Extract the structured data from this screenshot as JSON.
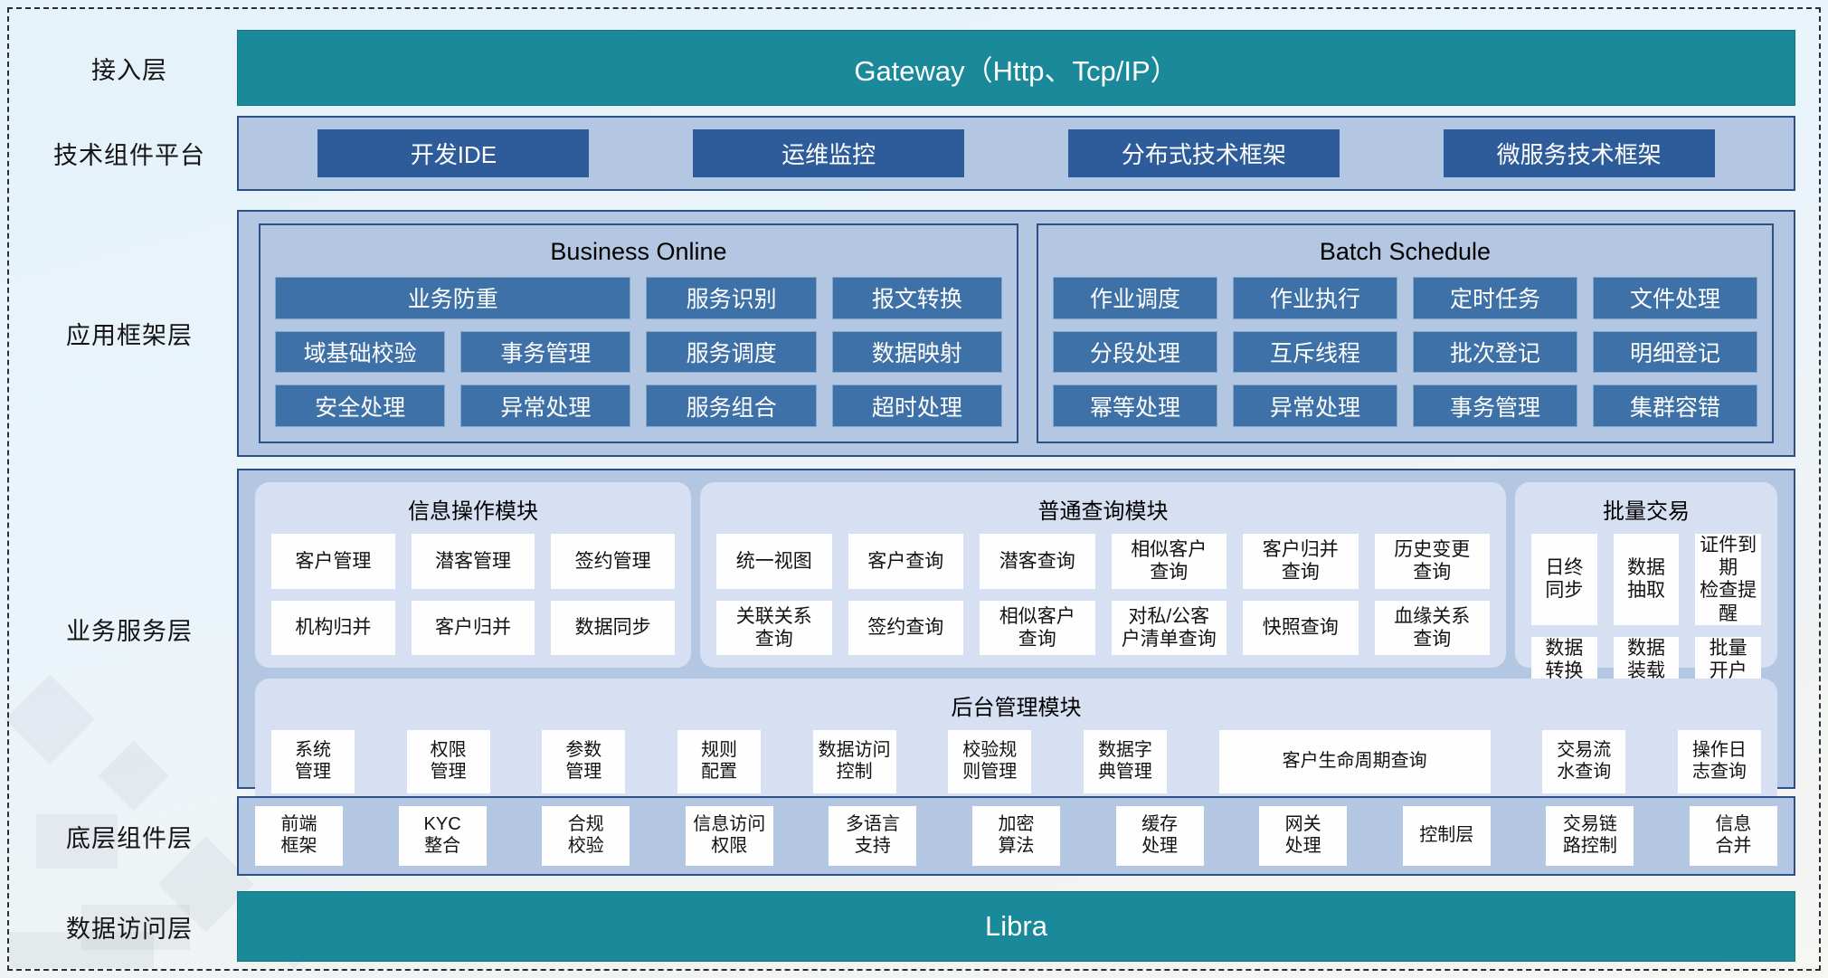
{
  "left_labels": [
    "接入层",
    "技术组件平台",
    "应用框架层",
    "业务服务层",
    "底层组件层",
    "数据访问层"
  ],
  "gateway": {
    "text": "Gateway（Http、Tcp/IP）"
  },
  "tech_platform": {
    "buttons": [
      "开发IDE",
      "运维监控",
      "分布式技术框架",
      "微服务技术框架"
    ]
  },
  "app_framework": {
    "panels": [
      {
        "title": "Business Online",
        "items": [
          {
            "t": "业务防重",
            "span": 2
          },
          {
            "t": "服务识别"
          },
          {
            "t": "报文转换"
          },
          {
            "t": "域基础校验"
          },
          {
            "t": "事务管理"
          },
          {
            "t": "服务调度"
          },
          {
            "t": "数据映射"
          },
          {
            "t": "安全处理"
          },
          {
            "t": "异常处理"
          },
          {
            "t": "服务组合"
          },
          {
            "t": "超时处理"
          }
        ]
      },
      {
        "title": "Batch Schedule",
        "items": [
          {
            "t": "作业调度"
          },
          {
            "t": "作业执行"
          },
          {
            "t": "定时任务"
          },
          {
            "t": "文件处理"
          },
          {
            "t": "分段处理"
          },
          {
            "t": "互斥线程"
          },
          {
            "t": "批次登记"
          },
          {
            "t": "明细登记"
          },
          {
            "t": "幂等处理"
          },
          {
            "t": "异常处理"
          },
          {
            "t": "事务管理"
          },
          {
            "t": "集群容错"
          }
        ]
      }
    ]
  },
  "business_service": {
    "modules": [
      {
        "title": "信息操作模块",
        "cols": 3,
        "items": [
          "客户管理",
          "潜客管理",
          "签约管理",
          "机构归并",
          "客户归并",
          "数据同步"
        ]
      },
      {
        "title": "普通查询模块",
        "cols": 6,
        "items": [
          "统一视图",
          "客户查询",
          "潜客查询",
          "相似客户\n查询",
          "客户归并\n查询",
          "历史变更\n查询",
          "关联关系\n查询",
          "签约查询",
          "相似客户\n查询",
          "对私/公客\n户清单查询",
          "快照查询",
          "血缘关系\n查询"
        ]
      },
      {
        "title": "批量交易",
        "cols": 3,
        "items": [
          "日终\n同步",
          "数据\n抽取",
          "证件到期\n检查提醒",
          "数据\n转换",
          "数据\n装载",
          "批量\n开户"
        ]
      }
    ],
    "admin": {
      "title": "后台管理模块",
      "items": [
        {
          "t": "系统\n管理"
        },
        {
          "t": "权限\n管理"
        },
        {
          "t": "参数\n管理"
        },
        {
          "t": "规则\n配置"
        },
        {
          "t": "数据访问\n控制"
        },
        {
          "t": "校验规\n则管理"
        },
        {
          "t": "数据字\n典管理"
        },
        {
          "t": "客户生命周期查询",
          "wide": true
        },
        {
          "t": "交易流\n水查询"
        },
        {
          "t": "操作日\n志查询"
        }
      ]
    }
  },
  "base_components": {
    "items": [
      "前端\n框架",
      "KYC\n整合",
      "合规\n校验",
      "信息访问\n权限",
      "多语言\n支持",
      "加密\n算法",
      "缓存\n处理",
      "网关\n处理",
      "控制层",
      "交易链\n路控制",
      "信息\n合并"
    ]
  },
  "data_access": {
    "text": "Libra"
  },
  "colors": {
    "teal": "#1a8999",
    "dark_blue_button": "#2e5b9a",
    "mid_blue_chip": "#3e71a8",
    "container_blue": "#b4c7e2",
    "module_lavender": "#d7e0f3",
    "border_navy": "#2d5187",
    "background": "#eaf4fb"
  }
}
